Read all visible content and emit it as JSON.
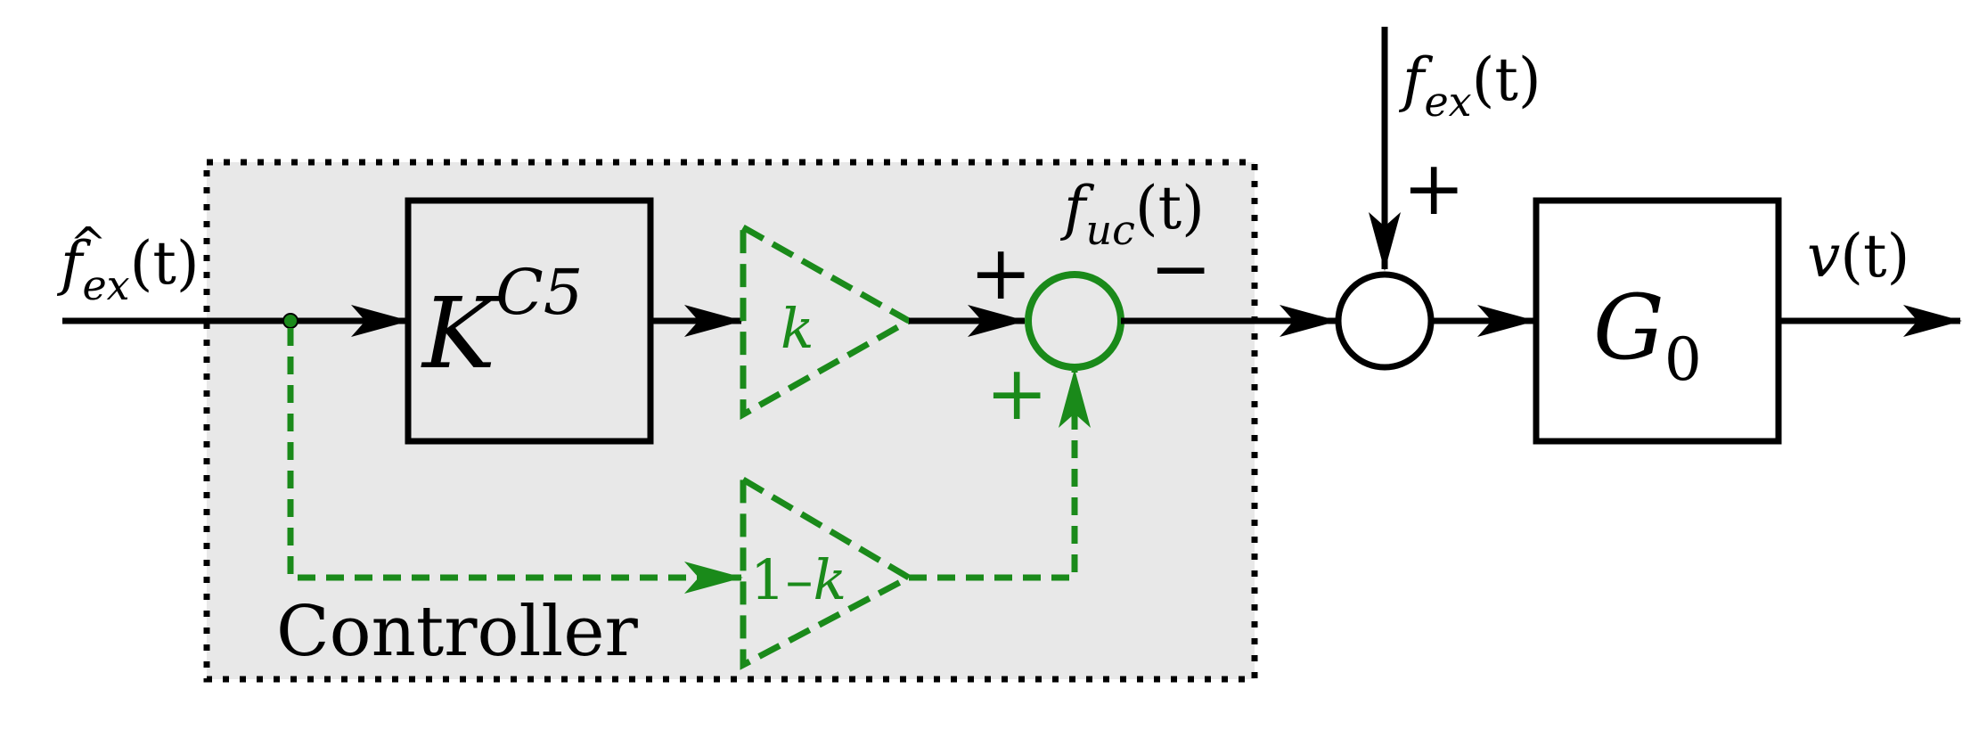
{
  "colors": {
    "primary": "#000000",
    "feedforward_green": "#1a8a1a",
    "controller_region_fill": "#e8e8e8"
  },
  "signals": {
    "input": {
      "base": "f",
      "hat": "^",
      "sub": "ex",
      "arg": "(t)"
    },
    "disturbance": {
      "base": "f",
      "sub": "ex",
      "arg": "(t)"
    },
    "control": {
      "base": "f",
      "sub": "uc",
      "arg": "(t)"
    },
    "output": {
      "base": "v",
      "arg": "(t)"
    }
  },
  "blocks": {
    "controller_gain": {
      "base": "K",
      "sup": "C5"
    },
    "gain_k": {
      "label": "k"
    },
    "gain_one_minus_k": {
      "prefix": "1–",
      "var": "k"
    },
    "plant": {
      "base": "G",
      "sub": "0"
    }
  },
  "summing_junction_1": {
    "top_sign": "+",
    "bottom_sign": "+",
    "output_sign": "−"
  },
  "summing_junction_2": {
    "top_sign": "+"
  },
  "controller_region": {
    "label": "Controller"
  }
}
